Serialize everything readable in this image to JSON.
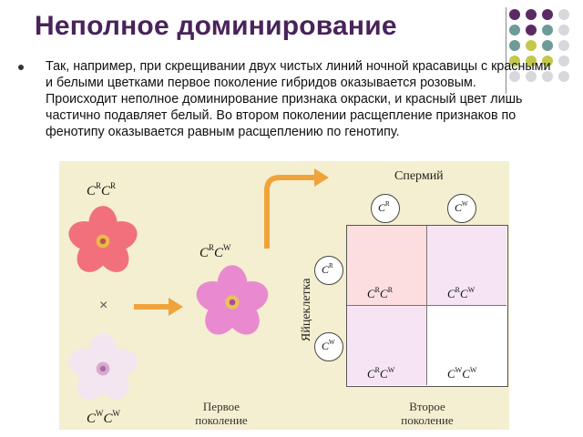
{
  "slide": {
    "title": "Неполное доминирование",
    "bullet": "Так, например, при скрещивании двух чистых линий ночной красавицы с красными и белыми цветками первое поколение гибридов оказывается розовым. Происходит неполное доминирование признака окраски, и красный цвет лишь частично подавляет белый. Во втором поколении расщепление признаков по фенотипу оказывается равным расщеплению по генотипу."
  },
  "figure": {
    "parent_red": {
      "base": "C",
      "sup1": "R",
      "sup2": "R"
    },
    "parent_white": {
      "base": "C",
      "sup1": "W",
      "sup2": "W"
    },
    "cross_symbol": "×",
    "f1": {
      "base": "C",
      "sup1": "R",
      "sup2": "W"
    },
    "f1_caption": "Первое\nпоколение",
    "f2_caption": "Второе\nпоколение",
    "sperm_label": "Спермий",
    "egg_label": "Яйцеклетка",
    "sperm": [
      {
        "base": "C",
        "sup": "R"
      },
      {
        "base": "C",
        "sup": "W"
      }
    ],
    "eggs": [
      {
        "base": "C",
        "sup": "R"
      },
      {
        "base": "C",
        "sup": "W"
      }
    ],
    "cells": [
      {
        "base": "C",
        "sup1": "R",
        "sup2": "R"
      },
      {
        "base": "C",
        "sup1": "R",
        "sup2": "W"
      },
      {
        "base": "C",
        "sup1": "R",
        "sup2": "W"
      },
      {
        "base": "C",
        "sup1": "W",
        "sup2": "W"
      }
    ]
  },
  "colors": {
    "title": "#4a235a",
    "red_flower": "#f2707c",
    "pink_flower": "#e98ad0",
    "white_flower": "#f3e6f1",
    "arrow": "#f0a33a",
    "dot_purple": "#5b2a63",
    "dot_teal": "#6e9a98",
    "dot_olive": "#c4c84a",
    "dot_grey": "#d7d7dc"
  }
}
